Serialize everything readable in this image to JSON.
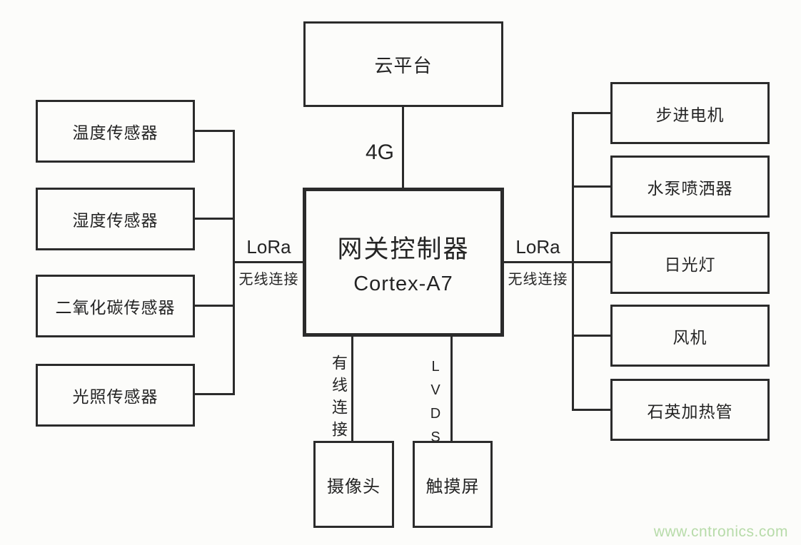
{
  "diagram": {
    "cloud": {
      "label": "云平台"
    },
    "uplink": {
      "label": "4G"
    },
    "gateway": {
      "title": "网关控制器",
      "subtitle": "Cortex-A7"
    },
    "left_link": {
      "protocol": "LoRa",
      "mode": "无线连接"
    },
    "right_link": {
      "protocol": "LoRa",
      "mode": "无线连接"
    },
    "sensors": [
      "温度传感器",
      "湿度传感器",
      "二氧化碳传感器",
      "光照传感器"
    ],
    "actuators": [
      "步进电机",
      "水泵喷洒器",
      "日光灯",
      "风机",
      "石英加热管"
    ],
    "wired_link": {
      "label": "有线连接",
      "device": "摄像头"
    },
    "lvds_link": {
      "label": "LVDS",
      "device": "触摸屏"
    },
    "watermark": "www.cntronics.com",
    "colors": {
      "line": "#2b2b2b",
      "background": "#fcfcfa",
      "watermark": "#b7dba9"
    }
  }
}
